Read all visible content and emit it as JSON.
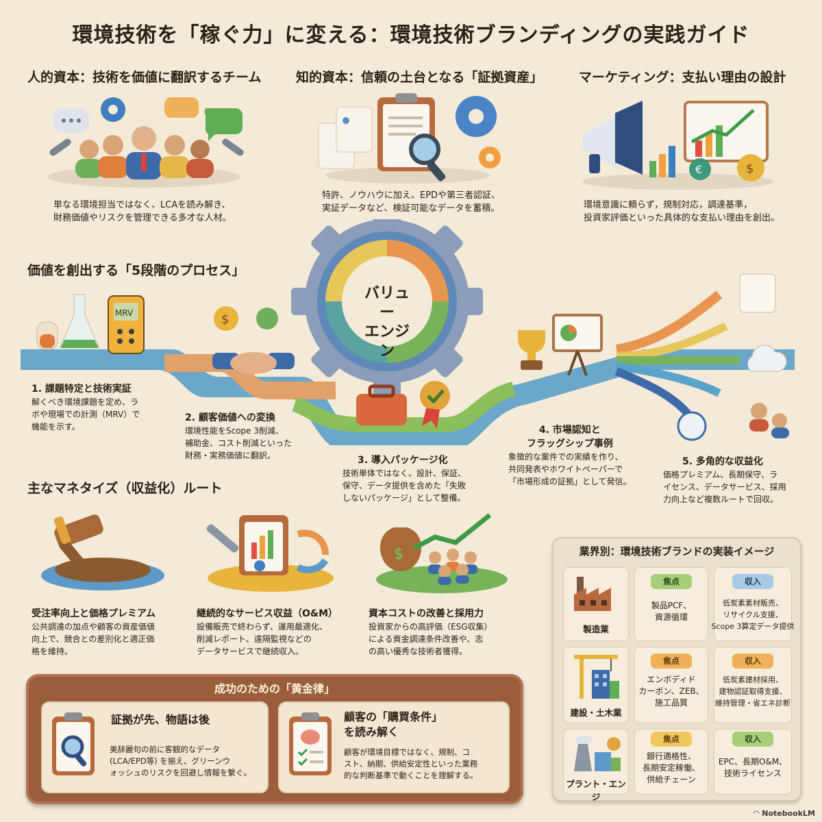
{
  "title": "環境技術を「稼ぐ力」に変える：環境技術ブランディングの実践ガイド",
  "capitals": [
    {
      "title": "人的資本：技術を価値に翻訳するチーム",
      "desc_lines": [
        "単なる環境担当ではなく、LCAを読み解き、",
        "財務価値やリスクを管理できる多才な人材。"
      ]
    },
    {
      "title": "知的資本：信頼の土台となる「証拠資産」",
      "desc_lines": [
        "特許、ノウハウに加え、EPDや第三者認証、",
        "実証データなど、検証可能なデータを蓄積。"
      ]
    },
    {
      "title": "マーケティング：支払い理由の設計",
      "desc_lines": [
        "環境意識に頼らず，規制対応，調達基準，",
        "投資家評価といった具体的な支払い理由を創出。"
      ]
    }
  ],
  "process": {
    "title": "価値を創出する「5段階のプロセス」",
    "engine_label_lines": [
      "バリュー",
      "エンジン"
    ],
    "meter_label": "MRV",
    "steps": [
      {
        "title_lines": [
          "1. 課題特定と技術実証"
        ],
        "desc_lines": [
          "解くべき環境課題を定め、ラ",
          "ボや現場での計測（MRV）で",
          "機能を示す。"
        ]
      },
      {
        "title_lines": [
          "2. 顧客価値への変換"
        ],
        "desc_lines": [
          "環境性能をScope 3削減、",
          "補助金、コスト削減といった",
          "財務・実務価値に翻訳。"
        ]
      },
      {
        "title_lines": [
          "3. 導入パッケージ化"
        ],
        "desc_lines": [
          "技術単体ではなく、設計、保証、",
          "保守、データ提供を含めた「失敗",
          "しないパッケージ」として整備。"
        ]
      },
      {
        "title_lines": [
          "4. 市場認知と",
          "フラッグシップ事例"
        ],
        "desc_lines": [
          "象徴的な案件での実績を作り、",
          "共同発表やホワイトペーパーで",
          "「市場形成の証拠」として発信。"
        ]
      },
      {
        "title_lines": [
          "5. 多角的な収益化"
        ],
        "desc_lines": [
          "価格プレミアム、長期保守、ラ",
          "イセンス、データサービス、採用",
          "力向上など複数ルートで回収。"
        ]
      }
    ]
  },
  "monetization": {
    "title": "主なマネタイズ（収益化）ルート",
    "routes": [
      {
        "title": "受注率向上と価格プレミアム",
        "desc_lines": [
          "公共調達の加点や顧客の資産価値",
          "向上で、競合との差別化と適正価",
          "格を維持。"
        ]
      },
      {
        "title": "継続的なサービス収益（O&M）",
        "desc_lines": [
          "設備販売で終わらず、運用最適化、",
          "削減レポート、遠隔監視などの",
          "データサービスで継続収入。"
        ]
      },
      {
        "title": "資本コストの改善と採用力",
        "desc_lines": [
          "投資家からの高評価（ESG収集）",
          "による資金調達条件改善や、志",
          "の高い優秀な技術者獲得。"
        ]
      }
    ]
  },
  "golden_rules": {
    "title": "成功のための「黄金律」",
    "rules": [
      {
        "title_lines": [
          "証拠が先、物語は後"
        ],
        "desc_lines": [
          "美辞麗句の前に客観的なデータ",
          "(LCA/EPD等) を揃え、グリーンウ",
          "ォッシュのリスクを回避し情報を繋ぐ。"
        ]
      },
      {
        "title_lines": [
          "顧客の「購買条件」",
          "を読み解く"
        ],
        "desc_lines": [
          "顧客が環境目標ではなく、規制、コ",
          "スト、納期、供給安定性といった業務",
          "的な判断基準で動くことを理解する。"
        ]
      }
    ]
  },
  "industry": {
    "title": "業界別：環境技術ブランドの実装イメージ",
    "focus_label": "焦点",
    "revenue_label": "収入",
    "rows": [
      {
        "name": "製造業",
        "focus_lines": [
          "製品PCF、",
          "資源循環"
        ],
        "revenue_lines": [
          "低炭素素材販売、",
          "リサイクル支援、",
          "Scope 3算定データ提供"
        ]
      },
      {
        "name": "建設・土木業",
        "focus_lines": [
          "エンボディド",
          "カーボン、ZEB、",
          "施工品質"
        ],
        "revenue_lines": [
          "低炭素建材採用、",
          "建物認証取得支援、",
          "維持管理・省エネ診断"
        ]
      },
      {
        "name": "プラント・エンジ",
        "focus_lines": [
          "銀行適格性、",
          "長期安定稼働、",
          "供給チェーン"
        ],
        "revenue_lines": [
          "EPC、長期O&M、",
          "技術ライセンス"
        ]
      }
    ]
  },
  "footer": "NotebookLM",
  "colors": {
    "background": "#f4ead8",
    "golden_panel": "#9a5e3c",
    "focus_green": "#a7cf7a",
    "focus_orange": "#f0b258",
    "revenue_blue": "#a9c9e4"
  }
}
